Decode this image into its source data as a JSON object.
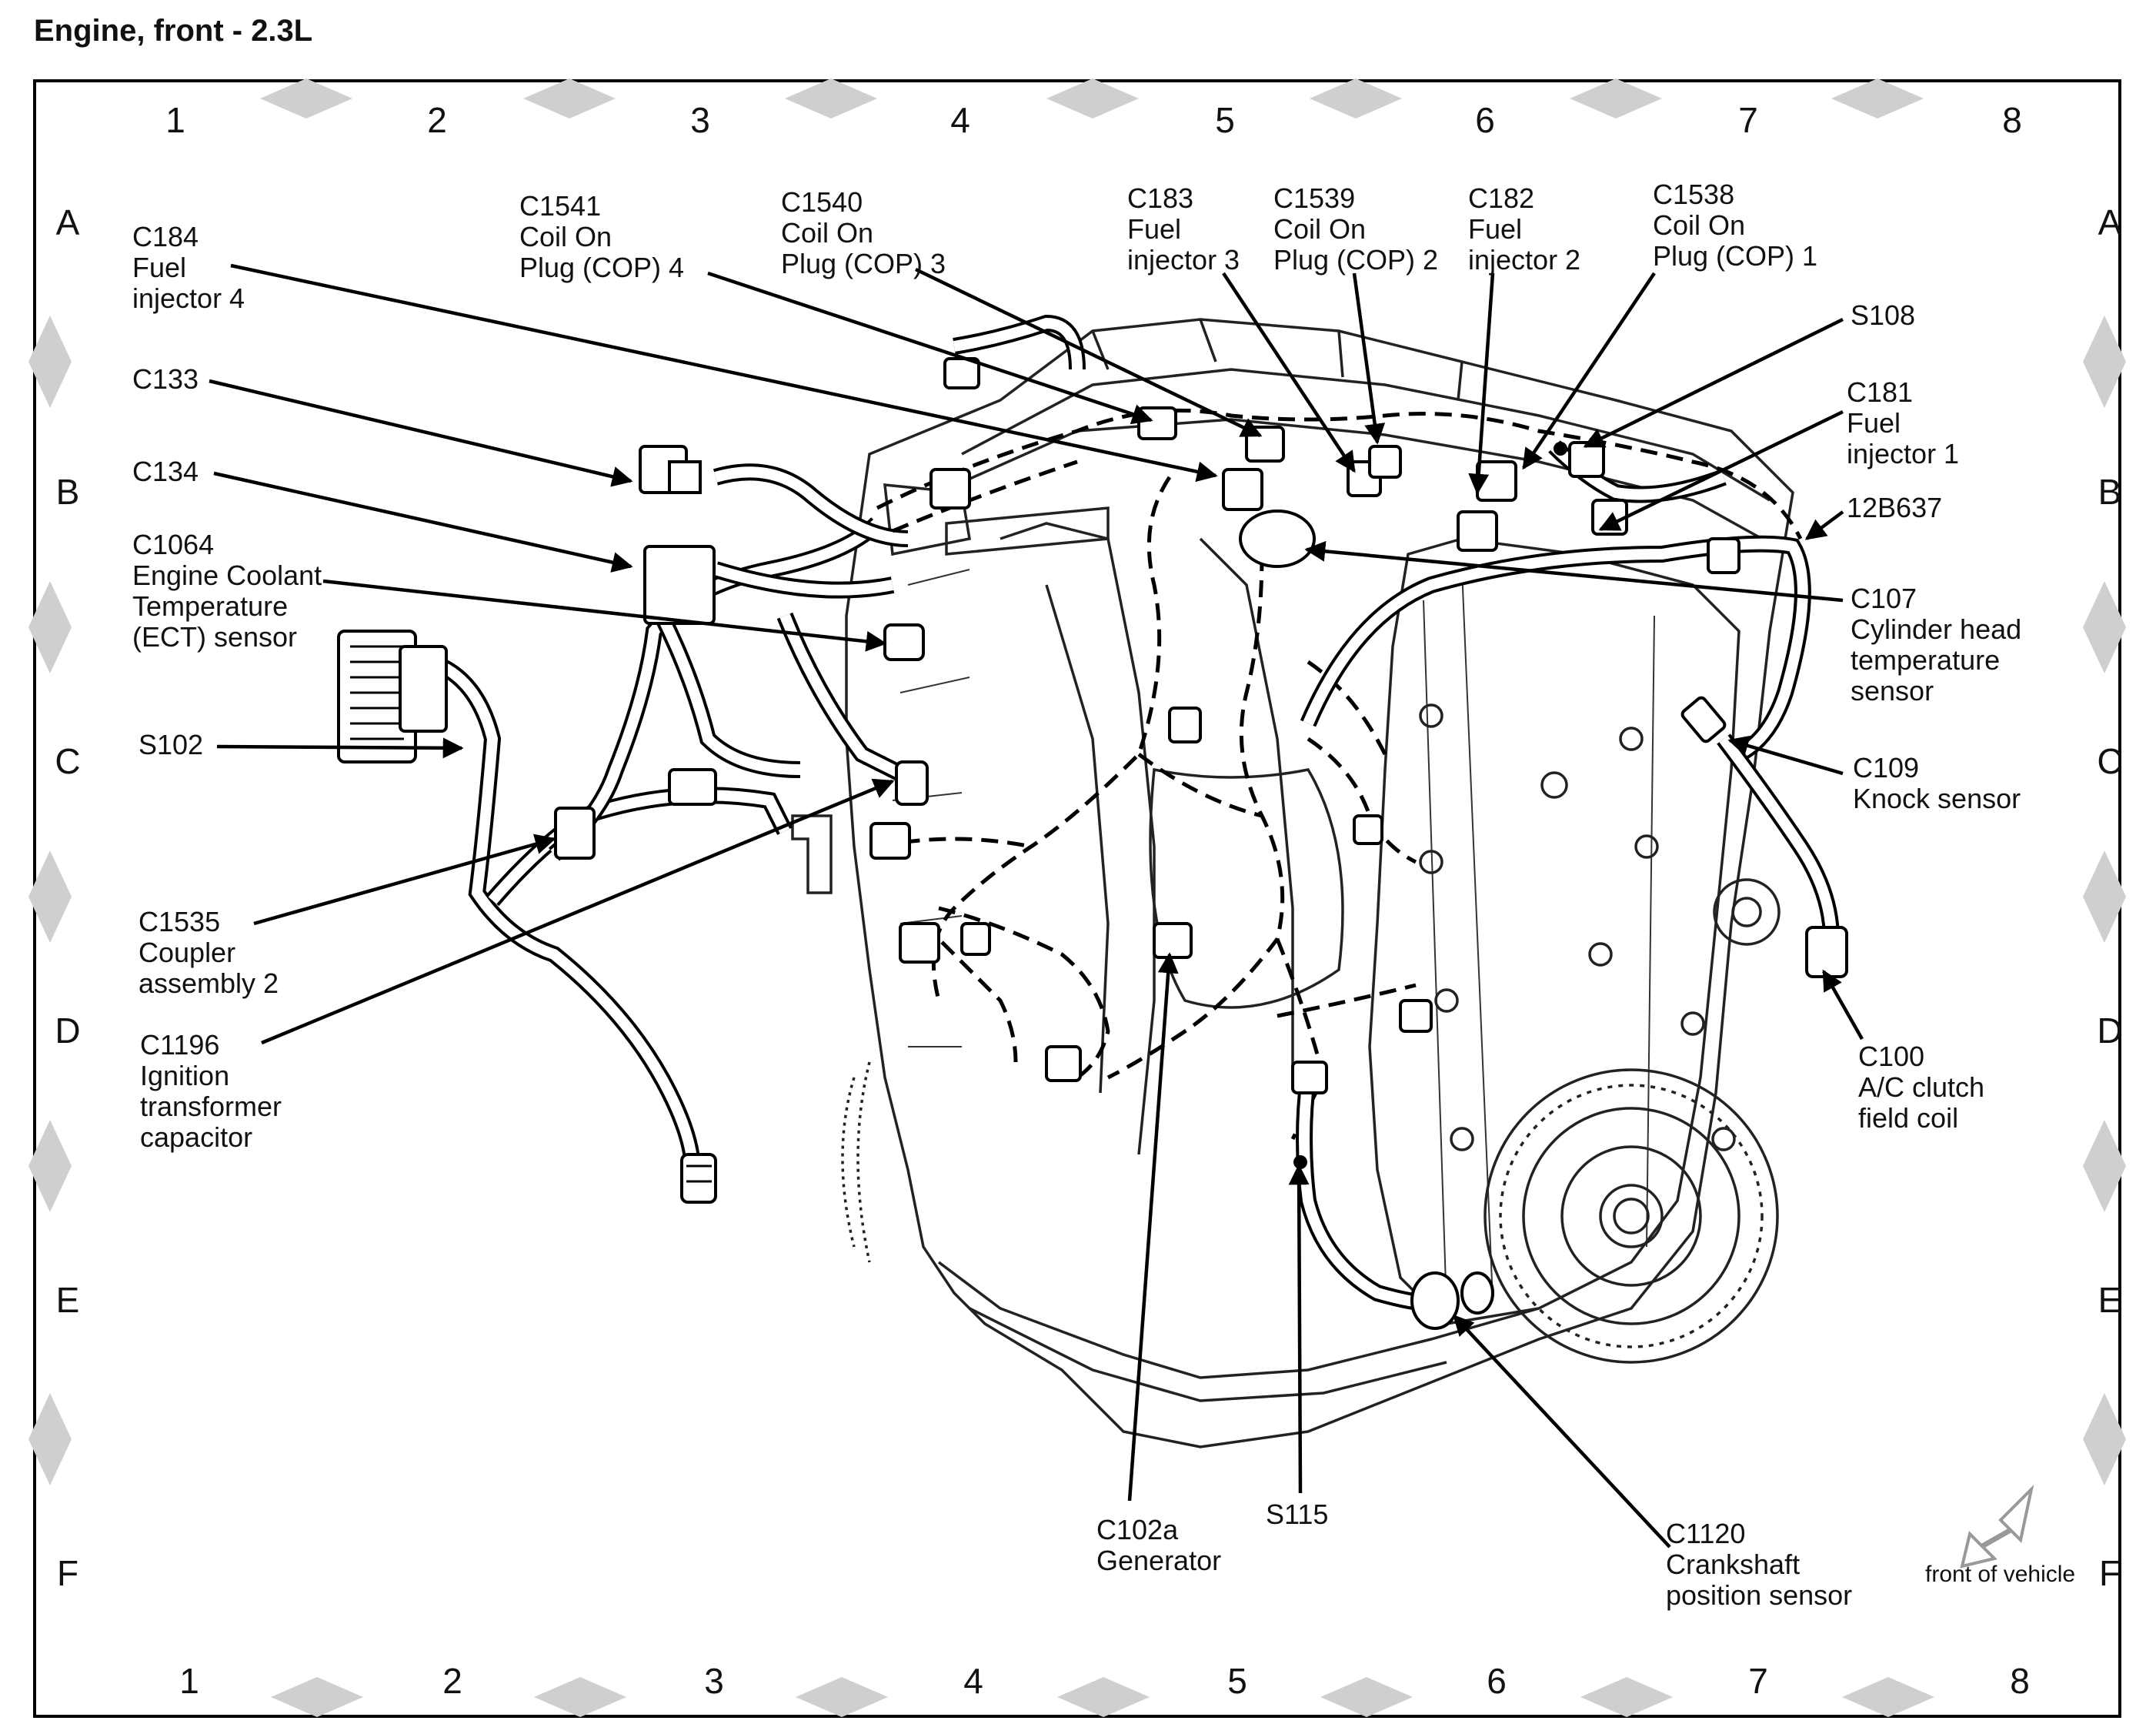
{
  "title": "Engine, front - 2.3L",
  "grid": {
    "columns": [
      "1",
      "2",
      "3",
      "4",
      "5",
      "6",
      "7",
      "8"
    ],
    "rows": [
      "A",
      "B",
      "C",
      "D",
      "E",
      "F"
    ]
  },
  "labels": {
    "c184": [
      "C184",
      "Fuel",
      "injector 4"
    ],
    "c1541": [
      "C1541",
      "Coil On",
      "Plug (COP) 4"
    ],
    "c1540": [
      "C1540",
      "Coil On",
      "Plug (COP) 3"
    ],
    "c183": [
      "C183",
      "Fuel",
      "injector 3"
    ],
    "c1539": [
      "C1539",
      "Coil On",
      "Plug (COP) 2"
    ],
    "c182": [
      "C182",
      "Fuel",
      "injector 2"
    ],
    "c1538": [
      "C1538",
      "Coil On",
      "Plug (COP) 1"
    ],
    "s108": [
      "S108"
    ],
    "c181": [
      "C181",
      "Fuel",
      "injector 1"
    ],
    "b637": [
      "12B637"
    ],
    "c133": [
      "C133"
    ],
    "c134": [
      "C134"
    ],
    "c1064": [
      "C1064",
      "Engine Coolant",
      "Temperature",
      "(ECT) sensor"
    ],
    "s102": [
      "S102"
    ],
    "c107": [
      "C107",
      "Cylinder head",
      "temperature",
      "sensor"
    ],
    "c109": [
      "C109",
      "Knock sensor"
    ],
    "c1535": [
      "C1535",
      "Coupler",
      "assembly 2"
    ],
    "c1196": [
      "C1196",
      "Ignition",
      "transformer",
      "capacitor"
    ],
    "c100": [
      "C100",
      "A/C clutch",
      "field coil"
    ],
    "c102a": [
      "C102a",
      "Generator"
    ],
    "s115": [
      "S115"
    ],
    "c1120": [
      "C1120",
      "Crankshaft",
      "position sensor"
    ]
  },
  "front_of_vehicle": "front of vehicle"
}
